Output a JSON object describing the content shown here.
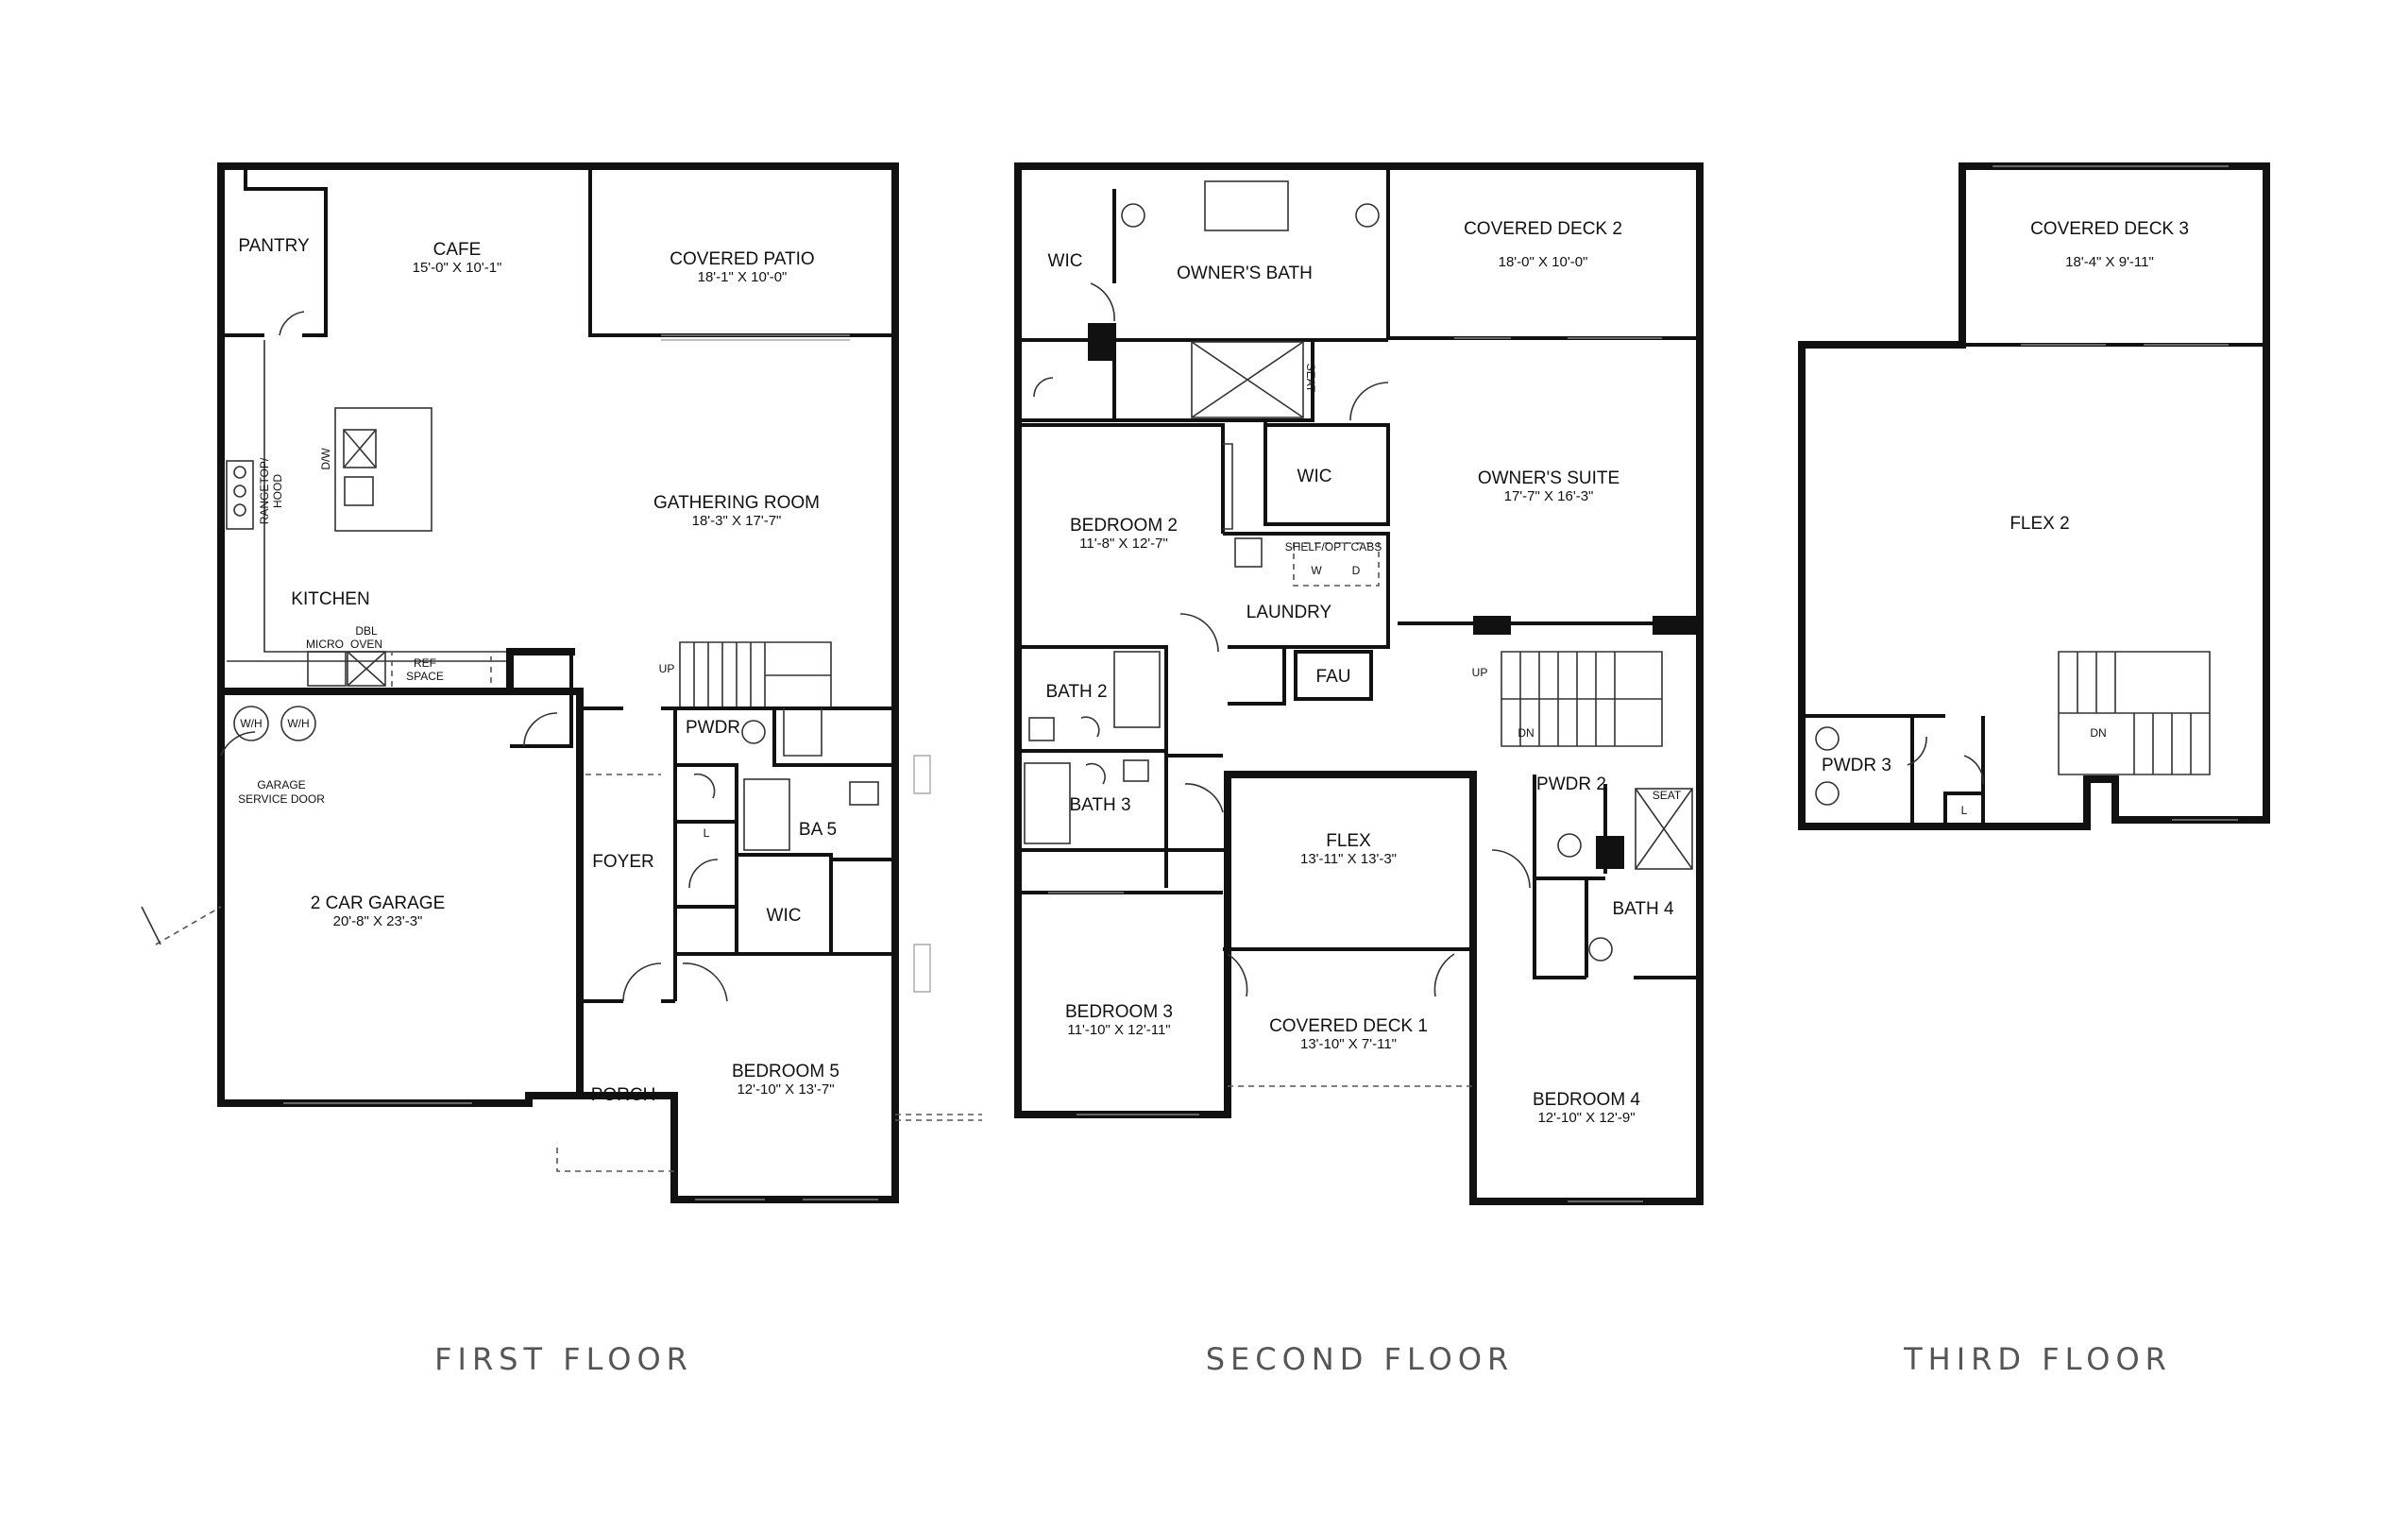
{
  "floors": [
    {
      "title": "FIRST FLOOR",
      "rooms": [
        {
          "name": "PANTRY",
          "dims": ""
        },
        {
          "name": "CAFE",
          "dims": "15'-0\" X 10'-1\""
        },
        {
          "name": "COVERED PATIO",
          "dims": "18'-1\" X 10'-0\""
        },
        {
          "name": "GATHERING ROOM",
          "dims": "18'-3\" X 17'-7\""
        },
        {
          "name": "KITCHEN",
          "dims": ""
        },
        {
          "name": "2 CAR GARAGE",
          "dims": "20'-8\" X 23'-3\""
        },
        {
          "name": "FOYER",
          "dims": ""
        },
        {
          "name": "PWDR",
          "dims": ""
        },
        {
          "name": "BA 5",
          "dims": ""
        },
        {
          "name": "WIC",
          "dims": ""
        },
        {
          "name": "PORCH",
          "dims": ""
        },
        {
          "name": "BEDROOM 5",
          "dims": "12'-10\" X 13'-7\""
        }
      ],
      "labels": {
        "dw": "D/W",
        "range_line1": "RANGETOP/",
        "range_line2": "HOOD",
        "micro": "MICRO",
        "dbl": "DBL",
        "oven": "OVEN",
        "ref": "REF",
        "space": "SPACE",
        "wh1": "W/H",
        "wh2": "W/H",
        "garage_door_line1": "GARAGE",
        "garage_door_line2": "SERVICE DOOR",
        "up": "UP",
        "linen": "L"
      }
    },
    {
      "title": "SECOND FLOOR",
      "rooms": [
        {
          "name": "WIC",
          "dims": ""
        },
        {
          "name": "OWNER'S BATH",
          "dims": ""
        },
        {
          "name": "COVERED DECK 2",
          "dims": "18'-0\" X 10'-0\""
        },
        {
          "name": "OWNER'S SUITE",
          "dims": "17'-7\" X 16'-3\""
        },
        {
          "name": "WIC",
          "dims": ""
        },
        {
          "name": "BEDROOM 2",
          "dims": "11'-8\" X 12'-7\""
        },
        {
          "name": "LAUNDRY",
          "dims": ""
        },
        {
          "name": "FAU",
          "dims": ""
        },
        {
          "name": "BATH 2",
          "dims": ""
        },
        {
          "name": "BATH 3",
          "dims": ""
        },
        {
          "name": "FLEX",
          "dims": "13'-11\" X 13'-3\""
        },
        {
          "name": "PWDR 2",
          "dims": ""
        },
        {
          "name": "BATH 4",
          "dims": ""
        },
        {
          "name": "BEDROOM 3",
          "dims": "11'-10\" X 12'-11\""
        },
        {
          "name": "COVERED DECK 1",
          "dims": "13'-10\" X 7'-11\""
        },
        {
          "name": "BEDROOM 4",
          "dims": "12'-10\" X 12'-9\""
        }
      ],
      "labels": {
        "seat1": "SEAT",
        "seat2": "SEAT",
        "shelf": "SHELF/OPT CABS",
        "w": "W",
        "d": "D",
        "up": "UP",
        "dn": "DN"
      }
    },
    {
      "title": "THIRD FLOOR",
      "rooms": [
        {
          "name": "COVERED DECK 3",
          "dims": "18'-4\" X 9'-11\""
        },
        {
          "name": "FLEX 2",
          "dims": ""
        },
        {
          "name": "PWDR 3",
          "dims": ""
        }
      ],
      "labels": {
        "dn": "DN",
        "linen": "L"
      }
    }
  ]
}
